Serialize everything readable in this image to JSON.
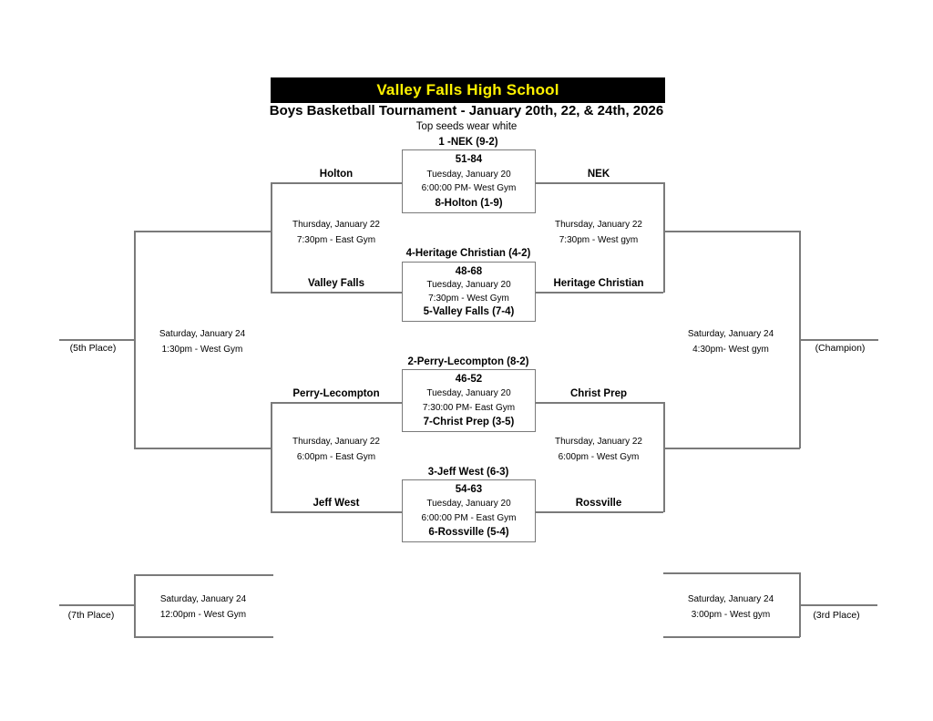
{
  "header": {
    "school": "Valley Falls High School",
    "subtitle": "Boys Basketball Tournament - January 20th, 22, & 24th, 2026",
    "note": "Top seeds wear white"
  },
  "colors": {
    "title_bg": "#000000",
    "title_fg": "#FFF200",
    "line": "#7A7A7A"
  },
  "first_round": [
    {
      "seed_top": "1 -NEK (9-2)",
      "score": "51-84",
      "date": "Tuesday, January 20",
      "time_location": "6:00:00 PM- West Gym",
      "seed_bottom": "8-Holton (1-9)",
      "left_advancer": "Holton",
      "right_advancer": "NEK"
    },
    {
      "seed_top": "4-Heritage Christian (4-2)",
      "score": "48-68",
      "date": "Tuesday, January 20",
      "time_location": "7:30pm - West Gym",
      "seed_bottom": "5-Valley Falls (7-4)",
      "left_advancer": "Valley Falls",
      "right_advancer": "Heritage Christian"
    },
    {
      "seed_top": "2-Perry-Lecompton (8-2)",
      "score": "46-52",
      "date": "Tuesday, January 20",
      "time_location": "7:30:00 PM- East Gym",
      "seed_bottom": "7-Christ Prep (3-5)",
      "left_advancer": "Perry-Lecompton",
      "right_advancer": "Christ Prep"
    },
    {
      "seed_top": "3-Jeff West (6-3)",
      "score": "54-63",
      "date": "Tuesday, January 20",
      "time_location": "6:00:00 PM - East Gym",
      "seed_bottom": "6-Rossville (5-4)",
      "left_advancer": "Jeff West",
      "right_advancer": "Rossville"
    }
  ],
  "semifinals": {
    "consolation_top": {
      "date": "Thursday, January 22",
      "time_location": "7:30pm - East Gym"
    },
    "winners_top": {
      "date": "Thursday, January 22",
      "time_location": "7:30pm - West gym"
    },
    "consolation_bottom": {
      "date": "Thursday, January 22",
      "time_location": "6:00pm - East Gym"
    },
    "winners_bottom": {
      "date": "Thursday, January 22",
      "time_location": "6:00pm - West Gym"
    }
  },
  "finals": {
    "fifth_place": {
      "date": "Saturday, January 24",
      "time_location": "1:30pm - West Gym",
      "label": "(5th Place)"
    },
    "championship": {
      "date": "Saturday, January 24",
      "time_location": "4:30pm- West gym",
      "label": "(Champion)"
    },
    "seventh_place": {
      "date": "Saturday, January 24",
      "time_location": "12:00pm - West Gym",
      "label": "(7th Place)"
    },
    "third_place": {
      "date": "Saturday, January 24",
      "time_location": "3:00pm - West gym",
      "label": "(3rd Place)"
    }
  }
}
